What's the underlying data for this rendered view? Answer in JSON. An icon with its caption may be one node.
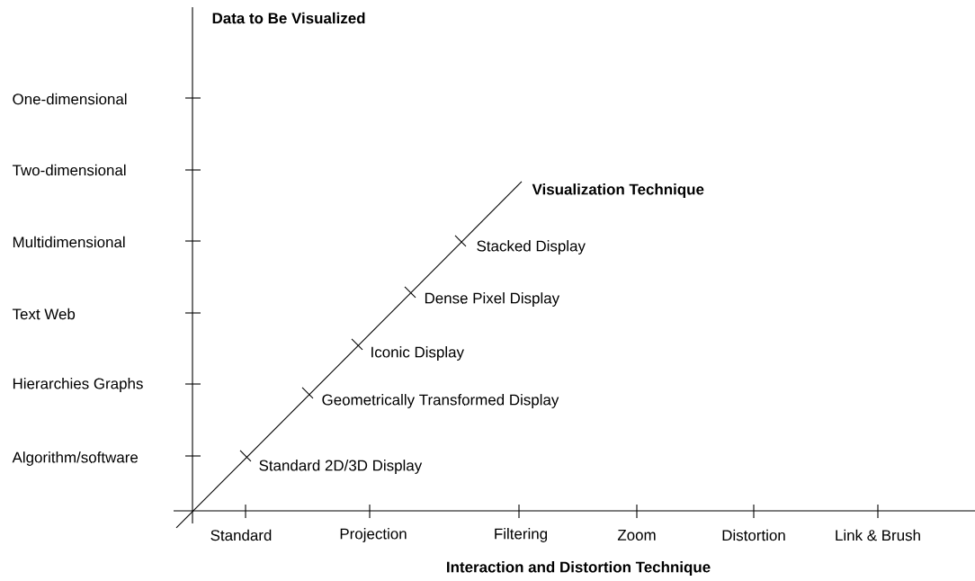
{
  "diagram": {
    "labels": [
      "Data to Be Visualized",
      "One-dimensional",
      "Two-dimensional",
      "Visualization Technique",
      "Multidimensional",
      "Stacked Display",
      "Dense Pixel Display",
      "Text Web",
      "Iconic Display",
      "Hierarchies Graphs",
      "Geometrically Transformed Display",
      "Algorithm/software",
      "Standard 2D/3D Display",
      "Standard",
      "Projection",
      "Filtering",
      "Zoom",
      "Distortion",
      "Link & Brush",
      "Interaction and Distortion Technique"
    ]
  }
}
